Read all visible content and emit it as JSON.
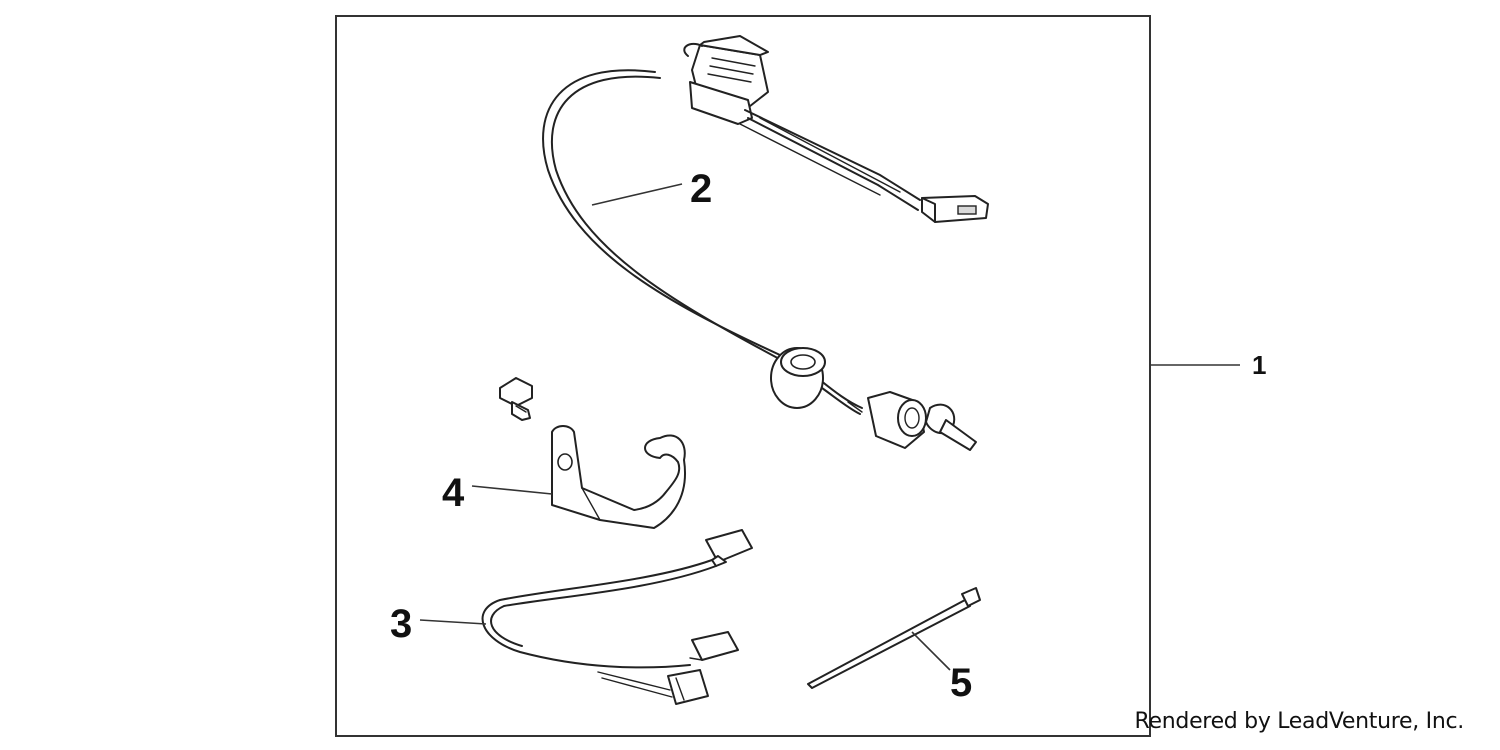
{
  "callouts": {
    "kit": "1",
    "harness_with_socket": "2",
    "sub_harness": "3",
    "bracket": "4",
    "cable_tie": "5"
  },
  "credit": "Rendered by LeadVenture, Inc."
}
